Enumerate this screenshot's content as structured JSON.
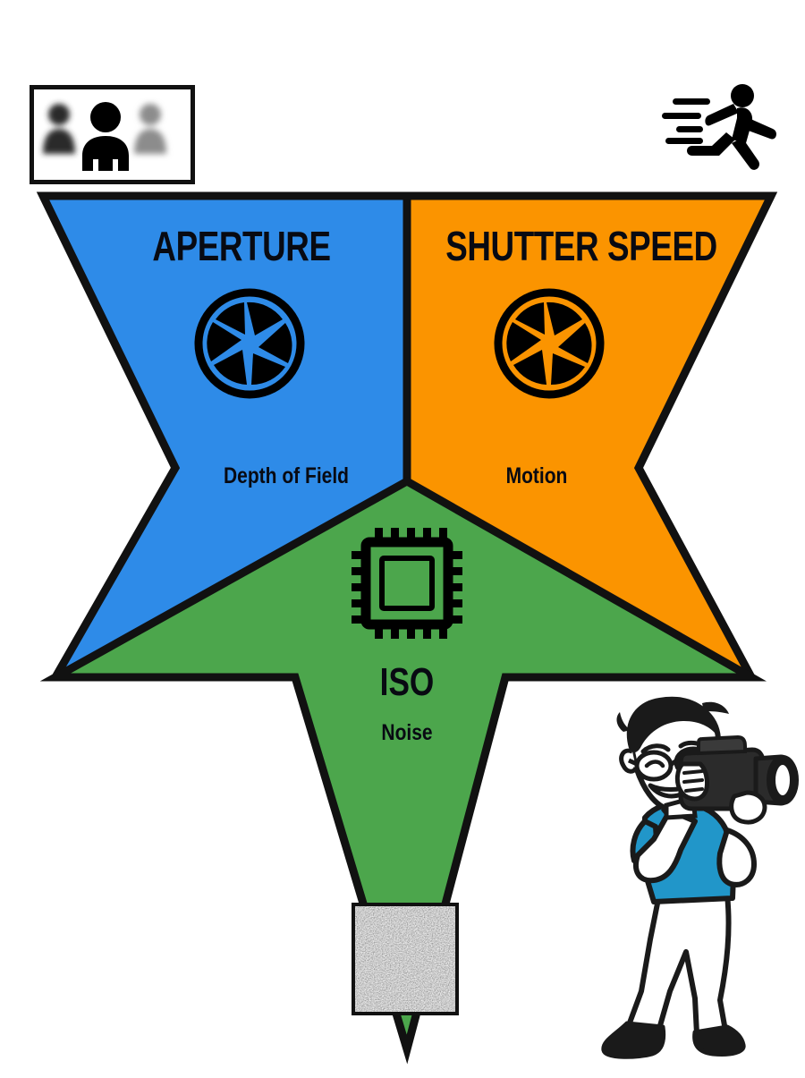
{
  "diagram": {
    "kind": "exposure-triangle",
    "title_visible": false,
    "background_color": "#ffffff",
    "outline_color": "#111111"
  },
  "segments": [
    {
      "id": "aperture",
      "title": "APERTURE",
      "subtitle": "Depth of Field",
      "color": "#2E8BE8",
      "icon": "aperture-blades-icon",
      "icon_color": "#000000"
    },
    {
      "id": "shutter_speed",
      "title": "SHUTTER SPEED",
      "subtitle": "Motion",
      "color": "#FB9400",
      "icon": "aperture-blades-icon",
      "icon_color": "#000000"
    },
    {
      "id": "iso",
      "title": "ISO",
      "subtitle": "Noise",
      "color": "#4CA64C",
      "icon": "microchip-icon",
      "icon_color": "#000000"
    }
  ],
  "illustrations": {
    "people_depth": {
      "name": "people-depth-of-field-thumbnail",
      "description": "Three person silhouettes, outer two blurred, center sharp",
      "frame_color": "#111111",
      "background": "#ffffff",
      "figure_color": "#000000"
    },
    "runner": {
      "name": "running-person-motion-icon",
      "description": "Running stick figure with speed lines",
      "color": "#000000",
      "speed_line_count": 4
    },
    "noise_swatch": {
      "name": "iso-noise-swatch",
      "description": "Grainy grayscale noise square",
      "frame_color": "#111111"
    },
    "photographer": {
      "name": "cartoon-photographer",
      "description": "Cartoon young man with glasses holding a DSLR camera",
      "shirt_color": "#2196C9",
      "hair_color": "#1A1A1A",
      "skin_color": "#ffffff",
      "pants_color": "#ffffff",
      "shoe_color": "#1A1A1A",
      "camera_color": "#2B2B2B"
    }
  },
  "chart_data": {
    "type": "diagram",
    "title": "Exposure Triangle",
    "categories": [
      "APERTURE",
      "SHUTTER SPEED",
      "ISO"
    ],
    "effects": [
      "Depth of Field",
      "Motion",
      "Noise"
    ],
    "colors": [
      "#2E8BE8",
      "#FB9400",
      "#4CA64C"
    ],
    "layout": "three-pointed-star",
    "legend": "none"
  }
}
